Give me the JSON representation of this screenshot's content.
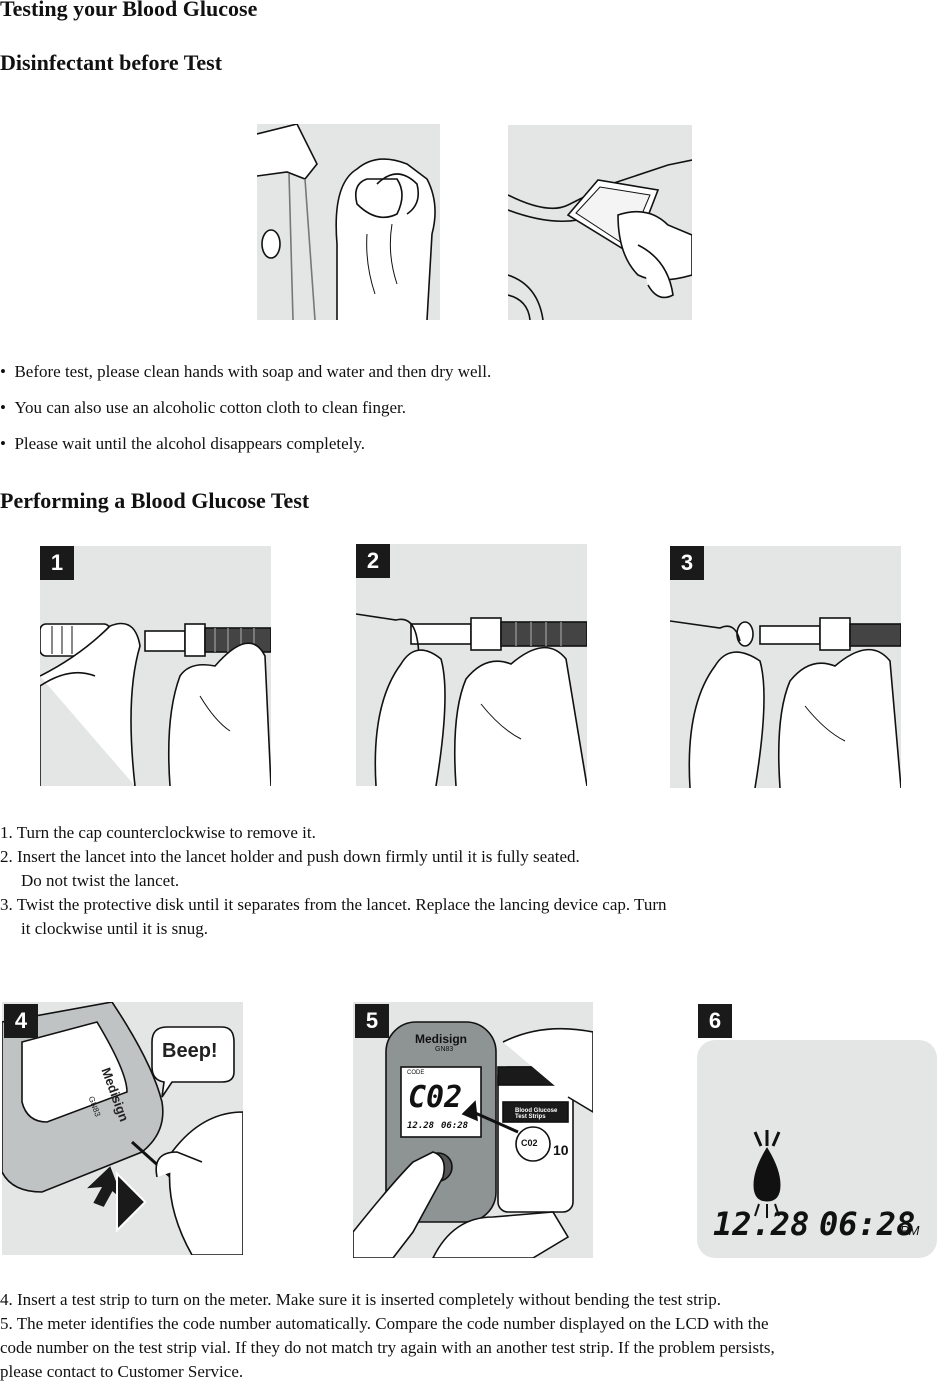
{
  "title": "Testing your Blood Glucose",
  "section1": {
    "heading": "Disinfectant before Test",
    "bullets": [
      "Before test, please clean hands with soap and water and then dry well.",
      "You can also use an alcoholic cotton cloth to clean finger.",
      "Please wait until the alcohol disappears completely."
    ]
  },
  "section2": {
    "heading": "Performing a Blood Glucose Test",
    "badges": [
      "1",
      "2",
      "3",
      "4",
      "5",
      "6"
    ],
    "steps_a": [
      "1. Turn the cap counterclockwise to remove it.",
      "2. Insert the lancet into the lancet holder and push down firmly until it is fully seated.",
      "Do not twist the lancet.",
      "3. Twist the protective disk until it separates from the lancet. Replace the lancing device cap. Turn",
      "it clockwise until it is snug."
    ],
    "steps_b": [
      "4. Insert a test strip to turn on the meter. Make sure it is inserted completely without bending the test strip.",
      "5. The meter identifies the code number automatically. Compare the code number displayed on the LCD with the",
      "code number on the test strip vial. If they do not match try again with an another test strip. If the problem persists,",
      "please contact to Customer Service."
    ]
  },
  "figures": {
    "beep": "Beep!",
    "meter_brand": "Medisign",
    "meter_model": "GN83",
    "lcd_code_label": "CODE",
    "lcd_code": "C02",
    "lcd_date": "12.28",
    "lcd_time": "06:28",
    "lcd_pm": "PM",
    "vial_label": "Blood Glucose Test Strips",
    "vial_code": "C02",
    "vial_count": "10"
  }
}
